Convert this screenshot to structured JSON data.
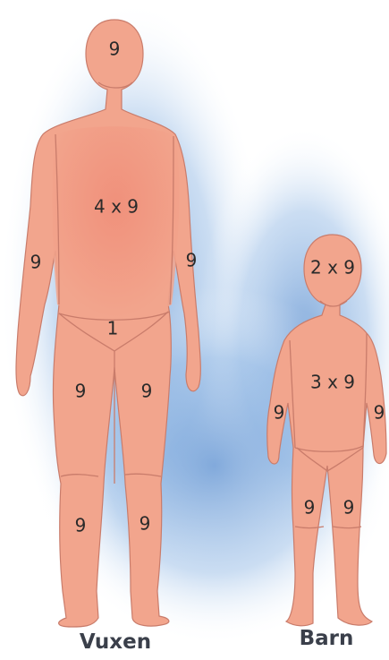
{
  "adult": {
    "caption": "Vuxen",
    "head": "9",
    "torso": "4 x 9",
    "left_arm": "9",
    "right_arm": "9",
    "genital": "1",
    "left_thigh": "9",
    "right_thigh": "9",
    "left_lower_leg": "9",
    "right_lower_leg": "9"
  },
  "child": {
    "caption": "Barn",
    "head": "2 x 9",
    "torso": "3 x 9",
    "left_arm": "9",
    "right_arm": "9",
    "left_leg": "9",
    "right_leg": "9"
  },
  "colors": {
    "skin": "#f2a58d",
    "outline": "#c97c6b",
    "background_glow": "#6fa0d8"
  }
}
